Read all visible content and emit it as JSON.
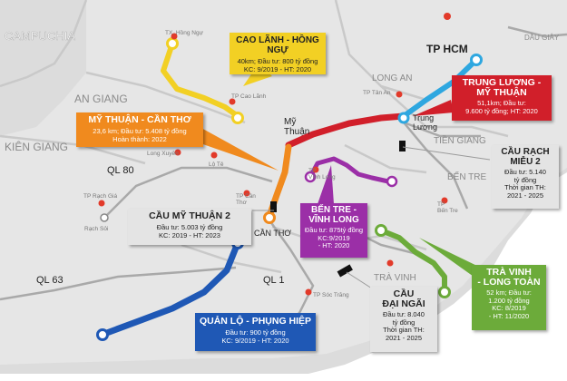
{
  "colors": {
    "land": "#dcdcdc",
    "sea": "#ffffff",
    "border": "#cfcfcf",
    "road": "#a9a9a9",
    "yellow": "#f2d024",
    "orange": "#f08a1e",
    "red": "#d11f2a",
    "purple": "#9b2fa7",
    "green": "#6cab3a",
    "blue": "#1f58b5",
    "cyan": "#2ea7e0",
    "city_dot": "#e23a2a",
    "box_gray": "#e4e4e4"
  },
  "regions": {
    "campuchia": "CAMPUCHIA",
    "an_giang": "AN GIANG",
    "kien_giang": "KIÊN GIANG",
    "long_an": "LONG AN",
    "tien_giang": "TIỀN GIANG",
    "ben_tre": "BẾN TRE",
    "tra_vinh": "TRÀ VINH",
    "dau_giay": "DẦU GIÂY"
  },
  "roads": {
    "ql80": "QL 80",
    "ql63": "QL 63",
    "ql1": "QL 1"
  },
  "cities": {
    "tp_hcm": "TP HCM",
    "my_thuan": "Mỹ\nThuận",
    "trung_luong": "Trung\nLương",
    "can_tho": "CẦN THƠ",
    "tx_hong_ngu": "TX. Hồng Ngự",
    "tp_cao_lanh": "TP Cao Lãnh",
    "long_xuyen": "Long Xuyên",
    "lo_te": "Lộ Tẻ",
    "tp_rach_gia": "TP Rạch Giá",
    "rach_soi": "Rạch Sỏi",
    "tp_can_tho": "TP Cần\nThơ",
    "tp_vinh_long": "TP\nVĩnh Long",
    "tp_tan_an": "TP Tân An",
    "tp_ben_tre": "TP\nBến Tre",
    "tra_vinh_city": "TRÀ VINH",
    "tp_soc_trang": "TP Sóc Trăng"
  },
  "projects": {
    "cao_lanh_hong_ngu": {
      "title": "CAO LÃNH - HỒNG NGỰ",
      "l1": "40km; Đầu tư: 800 tỷ đồng",
      "l2": "KC: 9/2019 - HT: 2020"
    },
    "trung_luong_my_thuan": {
      "title": "TRUNG LƯƠNG -\nMỸ THUẬN",
      "l1": "51,1km; Đầu tư:",
      "l2": "9.600 tỷ đồng; HT: 2020"
    },
    "my_thuan_can_tho": {
      "title": "MỸ THUẬN - CẦN THƠ",
      "l1": "23,6 km; Đầu tư: 5.408 tỷ đồng",
      "l2": "Hoàn thành: 2022"
    },
    "cau_rach_mieu_2": {
      "title": "CẦU RẠCH\nMIỄU 2",
      "l1": "Đầu tư: 5.140",
      "l2": "tỷ đồng",
      "l3": "Thời gian TH:",
      "l4": "2021 - 2025"
    },
    "cau_my_thuan_2": {
      "title": "CẦU MỸ THUẬN 2",
      "l1": "Đầu tư: 5.003 tỷ đồng",
      "l2": "KC: 2019 - HT: 2023"
    },
    "ben_tre_vinh_long": {
      "title": "BẾN TRE -\nVĨNH LONG",
      "l1": "Đầu tư: 875tỷ đồng",
      "l2": "KC:9/2019",
      "l3": "- HT: 2020"
    },
    "tra_vinh_long_toan": {
      "title": "TRÀ VINH\n- LONG TOÀN",
      "l1": "52 km; Đầu tư:",
      "l2": "1.200 tỷ đồng",
      "l3": "KC: 8/2019",
      "l4": "- HT: 11/2020"
    },
    "cau_dai_ngai": {
      "title": "CẦU\nĐẠI NGÃI",
      "l1": "Đầu tư: 8.040",
      "l2": "tỷ đồng",
      "l3": "Thời gian TH:",
      "l4": "2021 - 2025"
    },
    "quan_lo_phung_hiep": {
      "title": "QUẢN LỘ - PHỤNG HIỆP",
      "l1": "Đầu tư: 900 tỷ đồng",
      "l2": "KC: 9/2019 - HT: 2020"
    }
  }
}
